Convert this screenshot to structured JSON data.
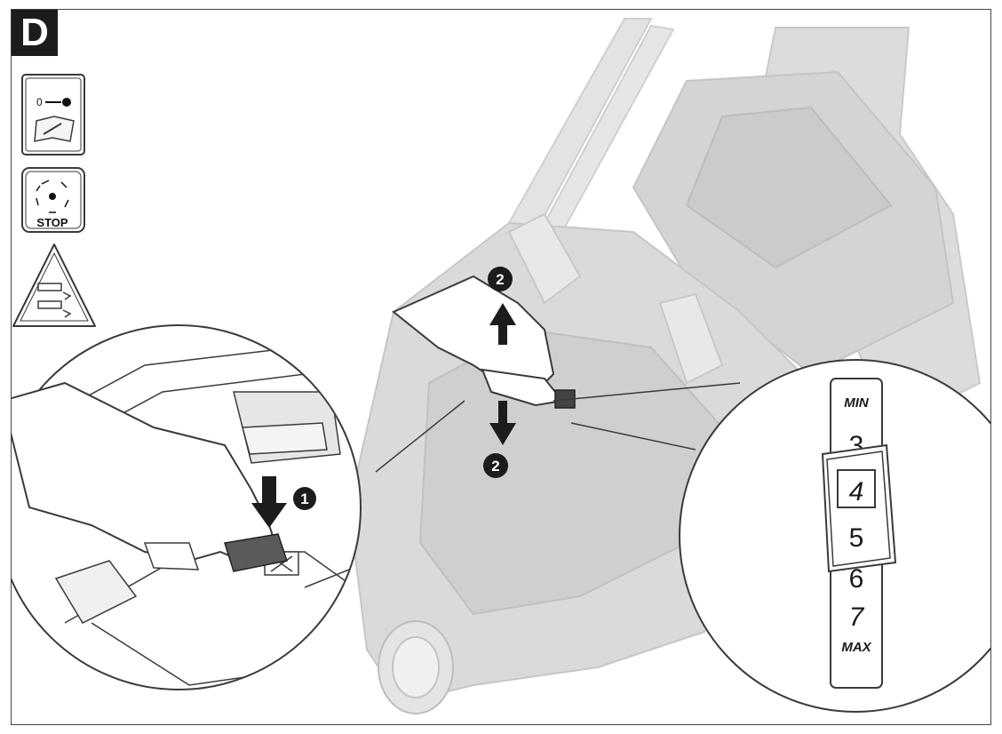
{
  "section": {
    "letter": "D"
  },
  "icons": {
    "key_icon": "remove-key-icon",
    "manual_icon": "manual-icon",
    "stop_icon_label": "STOP",
    "warning_icon": "warning-triangle-icon"
  },
  "steps": {
    "step1": "1",
    "step2_up": "2",
    "step2_down": "2"
  },
  "height_scale": {
    "min_label": "MIN",
    "max_label": "MAX",
    "values": [
      "3",
      "4",
      "5",
      "6",
      "7"
    ],
    "selected": "4"
  },
  "colors": {
    "mower_body": "#d9d9d9",
    "mower_dark": "#bdbdbd",
    "line": "#3a3a3a",
    "badge": "#1c1c1c"
  }
}
